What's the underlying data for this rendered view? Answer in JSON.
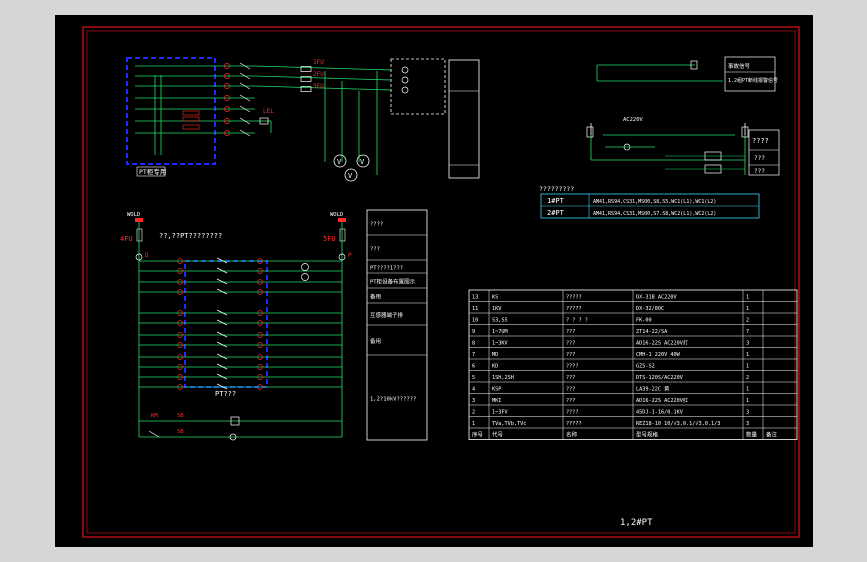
{
  "colors": {
    "background": "#000000",
    "outer_gray": "#d6d6d6",
    "frame": "#e0101a",
    "wire": "#22e06a",
    "device": "#ffffff",
    "label": "#ff2a2a",
    "pt_box": "#1a2cff",
    "table_line": "#ffffff",
    "note": "#ffff55",
    "cyan": "#36d8ff"
  },
  "top_left": {
    "caption": "PT柜专用",
    "phase_labels": [
      "1FU",
      "2FU",
      "3FU"
    ],
    "meters": [
      "V",
      "V",
      "V"
    ],
    "coil_label": "LEL"
  },
  "top_right": {
    "header_lines": [
      "事故信号",
      "1.2组PT断线报警信号"
    ],
    "voltage": "AC220V",
    "unknown": "????",
    "small_labels": [
      "???",
      "???"
    ]
  },
  "mid_list": {
    "title": "??,??PT????????",
    "left_pos": "4FU",
    "right_pos": "5FU",
    "left_top": "WOLD",
    "right_top": "WOLD",
    "pt_caption": "PT???",
    "bottom_labels": [
      "KM",
      "SB",
      "SB"
    ],
    "side_labels": [
      "D",
      "P"
    ]
  },
  "mid_table": {
    "rows": [
      "????",
      "???",
      "PT????1???",
      "PT柜设备布置图示",
      "备用",
      "互感器端子排",
      "备用",
      "1,2?10kV??????"
    ]
  },
  "pt_table": {
    "title": "?????????",
    "rows": [
      {
        "name": "1#PT",
        "spec": "AM41,RS94,CS31,MS00,S8,S5,WC1(L1),WC1(L2)"
      },
      {
        "name": "2#PT",
        "spec": "AM41,RS94,CS31,MS00,S7.S8,WC2(L1),WC2(L2)"
      }
    ]
  },
  "bom": {
    "headers": [
      "序号",
      "代号",
      "名称",
      "型号规格",
      "数量",
      "备注"
    ],
    "rows": [
      [
        "13",
        "KS",
        "?????",
        "DX-31B AC220V",
        "1",
        ""
      ],
      [
        "11",
        "1KV",
        "?????",
        "DX-32/80C",
        "1",
        ""
      ],
      [
        "10",
        "S3,S5",
        "? ? ? ?",
        "FK-00",
        "2",
        ""
      ],
      [
        "9",
        "1~7UM",
        "???",
        "ZT14-22/SA",
        "7",
        ""
      ],
      [
        "8",
        "1~3KV",
        "???",
        "AD16-22S AC220V灯",
        "3",
        ""
      ],
      [
        "7",
        "MD",
        "???",
        "CMH-1 220V 40W",
        "1",
        ""
      ],
      [
        "6",
        "KD",
        "????",
        "GZS-S2",
        "1",
        ""
      ],
      [
        "5",
        "1SH,2SH",
        "???",
        "DTS-120S/AC220V",
        "2",
        ""
      ],
      [
        "4",
        "KSP",
        "???",
        "LA39-22C 黄",
        "1",
        ""
      ],
      [
        "3",
        "MKI",
        "???",
        "AD16-22S AC220V红",
        "1",
        ""
      ],
      [
        "2",
        "1~3FV",
        "????",
        "45DJ-1-16/0.1KV",
        "3",
        ""
      ],
      [
        "1",
        "TVa,TVb,TVc",
        "?????",
        "REZ18-10 10/√3,0.1/√3,0.1/3",
        "3",
        ""
      ]
    ]
  },
  "footer": {
    "drawing_title": "1,2#PT"
  }
}
